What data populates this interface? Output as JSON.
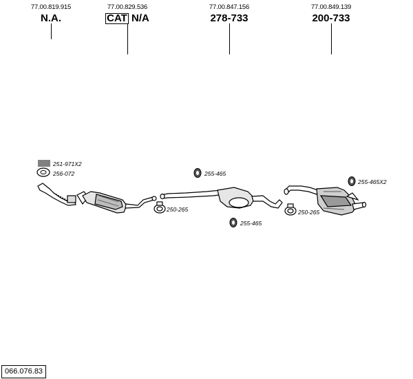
{
  "header": {
    "columns": [
      {
        "oem": "77.00.819.915",
        "part": "N.A.",
        "boxed_prefix": ""
      },
      {
        "oem": "77.00.829.536",
        "part": "N/A",
        "boxed_prefix": "CAT"
      },
      {
        "oem": "77.00.847.156",
        "part": "278-733",
        "boxed_prefix": ""
      },
      {
        "oem": "77.00.849.139",
        "part": "200-733",
        "boxed_prefix": ""
      }
    ]
  },
  "labels": {
    "spring": "251-971X2",
    "gasket": "256-072",
    "clamp_left": "250-265",
    "bracket_mid_top": "255-465",
    "bracket_mid_bottom": "255-465",
    "clamp_right": "250-265",
    "bracket_right": "255-465X2"
  },
  "footer": {
    "reference": "066.076.83"
  }
}
